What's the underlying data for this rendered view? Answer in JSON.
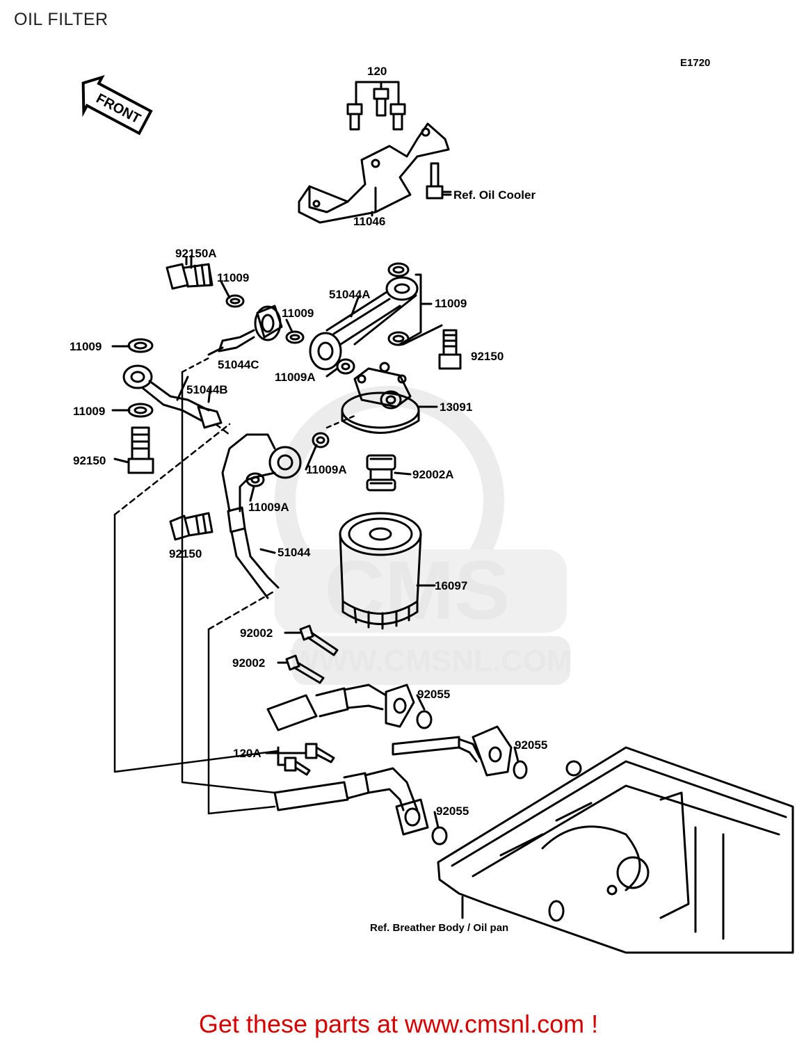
{
  "page": {
    "title": "OIL FILTER",
    "diagram_code": "E1720",
    "footer_text": "Get these parts at www.cmsnl.com !"
  },
  "watermark": {
    "brand": "CMS",
    "url": "WWW.CMSNL.COM"
  },
  "front_label": "FRONT",
  "labels": {
    "p120": "120",
    "p11046": "11046",
    "ref_oil_cooler": "Ref. Oil Cooler",
    "p92150A": "92150A",
    "p11009_a": "11009",
    "p11009_b": "11009",
    "p51044A": "51044A",
    "p11009_c": "11009",
    "p11009_d": "11009",
    "p51044C": "51044C",
    "p92150_a": "92150",
    "p11009A_a": "11009A",
    "p51044B": "51044B",
    "p13091": "13091",
    "p11009_e": "11009",
    "p92150_b": "92150",
    "p11009A_b": "11009A",
    "p92002A": "92002A",
    "p11009A_c": "11009A",
    "p92150_c": "92150",
    "p51044": "51044",
    "p16097": "16097",
    "p92002_a": "92002",
    "p92002_b": "92002",
    "p92055_a": "92055",
    "p120A": "120A",
    "p92055_b": "92055",
    "p92055_c": "92055",
    "ref_breather": "Ref. Breather Body / Oil pan"
  }
}
